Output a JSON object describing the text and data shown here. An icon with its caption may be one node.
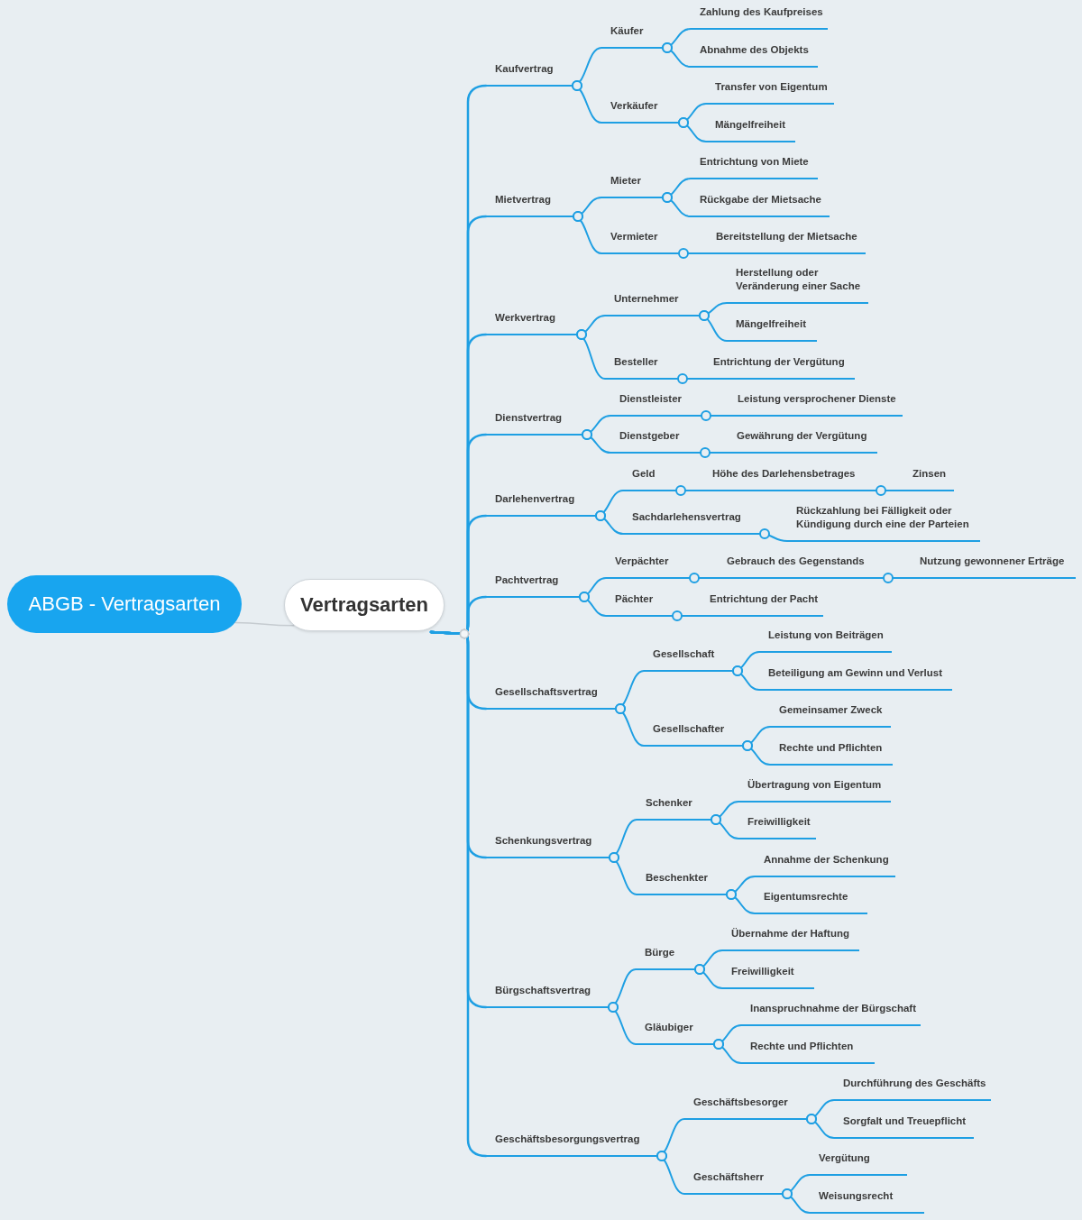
{
  "diagram": {
    "nodes": [
      {
        "text": [
          "ABGB - Vertragsarten"
        ]
      },
      {
        "text": [
          "Vertragsarten"
        ]
      },
      {
        "text": [
          "Kaufvertrag"
        ]
      },
      {
        "text": [
          "Käufer"
        ]
      },
      {
        "text": [
          "Zahlung des Kaufpreises"
        ]
      },
      {
        "text": [
          "Abnahme des Objekts"
        ]
      },
      {
        "text": [
          "Verkäufer"
        ]
      },
      {
        "text": [
          "Transfer von Eigentum"
        ]
      },
      {
        "text": [
          "Mängelfreiheit"
        ]
      },
      {
        "text": [
          "Mietvertrag"
        ]
      },
      {
        "text": [
          "Mieter"
        ]
      },
      {
        "text": [
          "Entrichtung von Miete"
        ]
      },
      {
        "text": [
          "Rückgabe der Mietsache"
        ]
      },
      {
        "text": [
          "Vermieter"
        ]
      },
      {
        "text": [
          "Bereitstellung der Mietsache"
        ]
      },
      {
        "text": [
          "Werkvertrag"
        ]
      },
      {
        "text": [
          "Unternehmer"
        ]
      },
      {
        "text": [
          "Herstellung oder Veränderung einer Sache"
        ]
      },
      {
        "text": [
          "Mängelfreiheit"
        ]
      },
      {
        "text": [
          "Besteller"
        ]
      },
      {
        "text": [
          "Entrichtung der Vergütung"
        ]
      },
      {
        "text": [
          "Dienstvertrag"
        ]
      },
      {
        "text": [
          "Dienstleister"
        ]
      },
      {
        "text": [
          "Leistung versprochener Dienste"
        ]
      },
      {
        "text": [
          "Dienstgeber"
        ]
      },
      {
        "text": [
          "Gewährung der Vergütung"
        ]
      },
      {
        "text": [
          "Darlehenvertrag"
        ]
      },
      {
        "text": [
          "Geld"
        ]
      },
      {
        "text": [
          "Höhe des Darlehensbetrages"
        ]
      },
      {
        "text": [
          "Zinsen"
        ]
      },
      {
        "text": [
          "Sachdarlehensvertrag"
        ]
      },
      {
        "text": [
          "Rückzahlung bei Fälligkeit oder Kündigung durch eine der Parteien"
        ]
      },
      {
        "text": [
          "Pachtvertrag"
        ]
      },
      {
        "text": [
          "Verpächter"
        ]
      },
      {
        "text": [
          "Gebrauch des Gegenstands"
        ]
      },
      {
        "text": [
          "Nutzung gewonnener Erträge"
        ]
      },
      {
        "text": [
          "Pächter"
        ]
      },
      {
        "text": [
          "Entrichtung der Pacht"
        ]
      },
      {
        "text": [
          "Gesellschaftsvertrag"
        ]
      },
      {
        "text": [
          "Gesellschaft"
        ]
      },
      {
        "text": [
          "Leistung von Beiträgen"
        ]
      },
      {
        "text": [
          "Beteiligung am Gewinn und Verlust"
        ]
      },
      {
        "text": [
          "Gesellschafter"
        ]
      },
      {
        "text": [
          "Gemeinsamer Zweck"
        ]
      },
      {
        "text": [
          "Rechte und Pflichten"
        ]
      },
      {
        "text": [
          "Schenkungsvertrag"
        ]
      },
      {
        "text": [
          "Schenker"
        ]
      },
      {
        "text": [
          "Übertragung von Eigentum"
        ]
      },
      {
        "text": [
          "Freiwilligkeit"
        ]
      },
      {
        "text": [
          "Beschenkter"
        ]
      },
      {
        "text": [
          "Annahme der Schenkung"
        ]
      },
      {
        "text": [
          "Eigentumsrechte"
        ]
      },
      {
        "text": [
          "Bürgschaftsvertrag"
        ]
      },
      {
        "text": [
          "Bürge"
        ]
      },
      {
        "text": [
          "Übernahme der Haftung"
        ]
      },
      {
        "text": [
          "Freiwilligkeit"
        ]
      },
      {
        "text": [
          "Gläubiger"
        ]
      },
      {
        "text": [
          "Inanspruchnahme der Bürgschaft"
        ]
      },
      {
        "text": [
          "Rechte und Pflichten"
        ]
      },
      {
        "text": [
          "Geschäftsbesorgungsvertrag"
        ]
      },
      {
        "text": [
          "Geschäftsbesorger"
        ]
      },
      {
        "text": [
          "Durchführung des Geschäfts"
        ]
      },
      {
        "text": [
          "Sorgfalt und Treuepflicht"
        ]
      },
      {
        "text": [
          "Geschäftsherr"
        ]
      },
      {
        "text": [
          "Vergütung"
        ]
      },
      {
        "text": [
          "Weisungsrecht"
        ]
      }
    ],
    "edges": [
      {
        "from": 0,
        "to": 1,
        "arrow": "none",
        "color": "#c5cbd0"
      },
      {
        "from": 1,
        "to": 2,
        "arrow": "other"
      },
      {
        "from": 2,
        "to": 3,
        "arrow": "other"
      },
      {
        "from": 3,
        "to": 4,
        "arrow": "other"
      },
      {
        "from": 3,
        "to": 5,
        "arrow": "other"
      },
      {
        "from": 2,
        "to": 6,
        "arrow": "other"
      },
      {
        "from": 6,
        "to": 7,
        "arrow": "other"
      },
      {
        "from": 6,
        "to": 8,
        "arrow": "other"
      },
      {
        "from": 1,
        "to": 9,
        "arrow": "other"
      },
      {
        "from": 9,
        "to": 10,
        "arrow": "other"
      },
      {
        "from": 10,
        "to": 11,
        "arrow": "other"
      },
      {
        "from": 10,
        "to": 12,
        "arrow": "other"
      },
      {
        "from": 9,
        "to": 13,
        "arrow": "other"
      },
      {
        "from": 13,
        "to": 14,
        "arrow": "other"
      },
      {
        "from": 1,
        "to": 15,
        "arrow": "other"
      },
      {
        "from": 15,
        "to": 16,
        "arrow": "other"
      },
      {
        "from": 16,
        "to": 17,
        "arrow": "other"
      },
      {
        "from": 16,
        "to": 18,
        "arrow": "other"
      },
      {
        "from": 15,
        "to": 19,
        "arrow": "other"
      },
      {
        "from": 19,
        "to": 20,
        "arrow": "other"
      },
      {
        "from": 1,
        "to": 21,
        "arrow": "other"
      },
      {
        "from": 21,
        "to": 22,
        "arrow": "other"
      },
      {
        "from": 22,
        "to": 23,
        "arrow": "other"
      },
      {
        "from": 21,
        "to": 24,
        "arrow": "other"
      },
      {
        "from": 24,
        "to": 25,
        "arrow": "other"
      },
      {
        "from": 1,
        "to": 26,
        "arrow": "other"
      },
      {
        "from": 26,
        "to": 27,
        "arrow": "other"
      },
      {
        "from": 27,
        "to": 28,
        "arrow": "other"
      },
      {
        "from": 28,
        "to": 29,
        "arrow": "other"
      },
      {
        "from": 26,
        "to": 30,
        "arrow": "other"
      },
      {
        "from": 30,
        "to": 31,
        "arrow": "other"
      },
      {
        "from": 1,
        "to": 32,
        "arrow": "other"
      },
      {
        "from": 32,
        "to": 33,
        "arrow": "other"
      },
      {
        "from": 33,
        "to": 34,
        "arrow": "other"
      },
      {
        "from": 34,
        "to": 35,
        "arrow": "other"
      },
      {
        "from": 32,
        "to": 36,
        "arrow": "other"
      },
      {
        "from": 36,
        "to": 37,
        "arrow": "other"
      },
      {
        "from": 1,
        "to": 38,
        "arrow": "other"
      },
      {
        "from": 38,
        "to": 39,
        "arrow": "other"
      },
      {
        "from": 39,
        "to": 40,
        "arrow": "other"
      },
      {
        "from": 39,
        "to": 41,
        "arrow": "other"
      },
      {
        "from": 38,
        "to": 42,
        "arrow": "other"
      },
      {
        "from": 42,
        "to": 43,
        "arrow": "other"
      },
      {
        "from": 42,
        "to": 44,
        "arrow": "other"
      },
      {
        "from": 1,
        "to": 45,
        "arrow": "other"
      },
      {
        "from": 45,
        "to": 46,
        "arrow": "other"
      },
      {
        "from": 46,
        "to": 47,
        "arrow": "other"
      },
      {
        "from": 46,
        "to": 48,
        "arrow": "other"
      },
      {
        "from": 45,
        "to": 49,
        "arrow": "other"
      },
      {
        "from": 49,
        "to": 50,
        "arrow": "other"
      },
      {
        "from": 49,
        "to": 51,
        "arrow": "other"
      },
      {
        "from": 1,
        "to": 52,
        "arrow": "other"
      },
      {
        "from": 52,
        "to": 53,
        "arrow": "other"
      },
      {
        "from": 53,
        "to": 54,
        "arrow": "other"
      },
      {
        "from": 53,
        "to": 55,
        "arrow": "other"
      },
      {
        "from": 52,
        "to": 56,
        "arrow": "other"
      },
      {
        "from": 56,
        "to": 57,
        "arrow": "other"
      },
      {
        "from": 56,
        "to": 58,
        "arrow": "other"
      },
      {
        "from": 1,
        "to": 59,
        "arrow": "other"
      },
      {
        "from": 59,
        "to": 60,
        "arrow": "other"
      },
      {
        "from": 60,
        "to": 61,
        "arrow": "other"
      },
      {
        "from": 60,
        "to": 62,
        "arrow": "other"
      },
      {
        "from": 59,
        "to": 63,
        "arrow": "other"
      },
      {
        "from": 63,
        "to": 64,
        "arrow": "other"
      },
      {
        "from": 63,
        "to": 65,
        "arrow": "other"
      }
    ]
  }
}
